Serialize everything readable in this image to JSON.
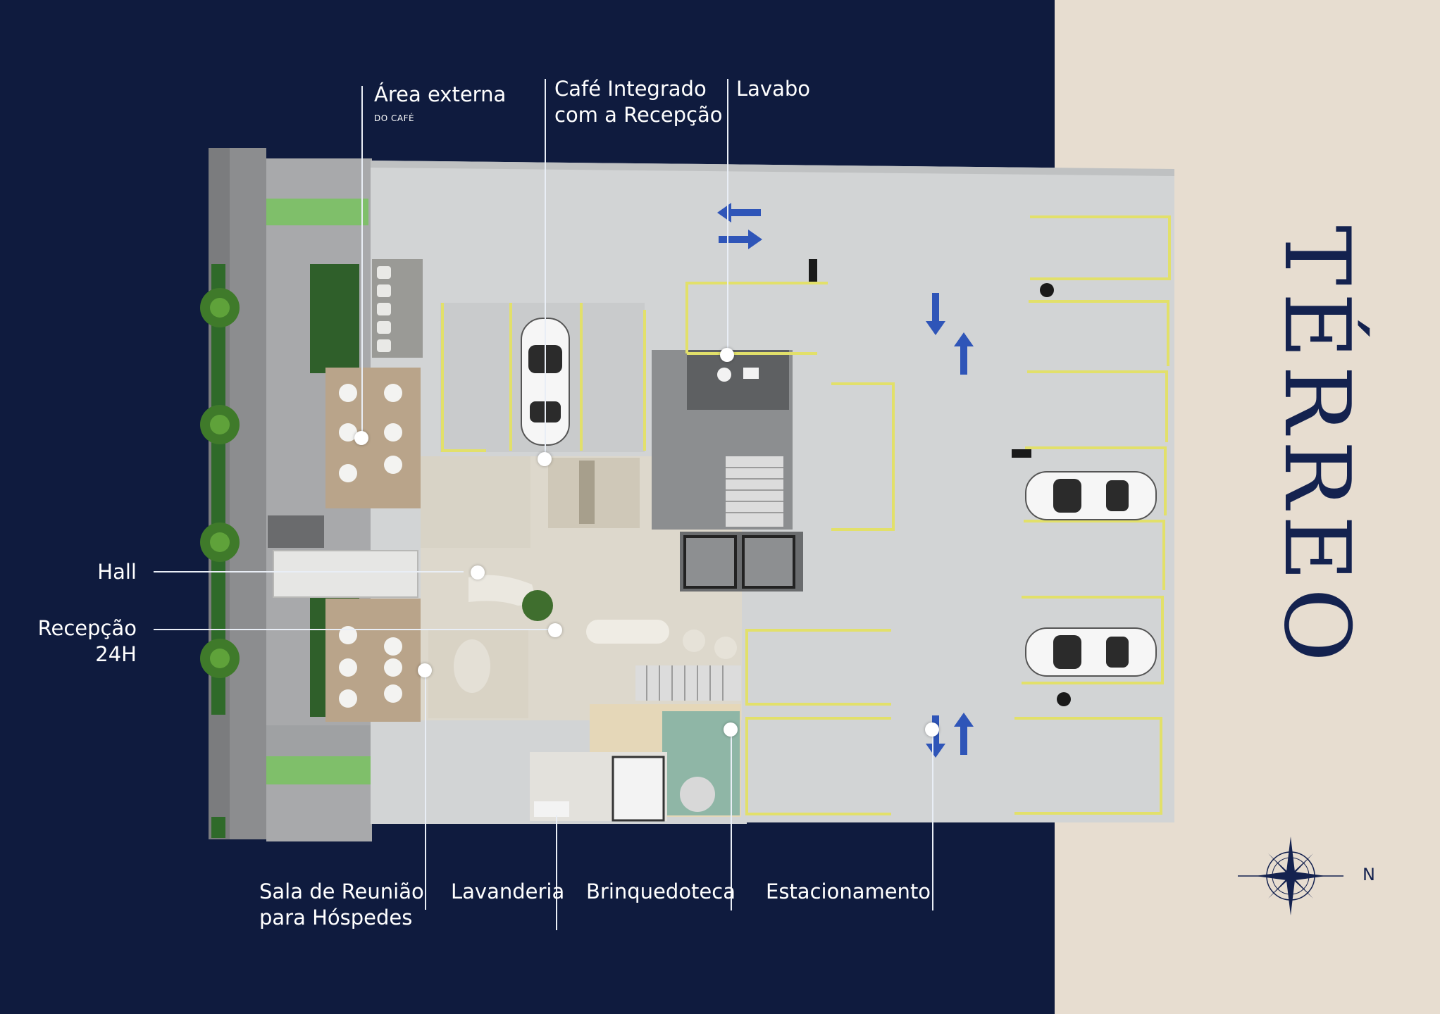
{
  "title": "TÉRREO",
  "compass": {
    "north_label": "N",
    "icon": "compass-rose-icon"
  },
  "labels": {
    "area_externa": {
      "title": "Área externa",
      "sub": "DO CAFÉ"
    },
    "cafe": {
      "line1": "Café Integrado",
      "line2": "com a Recepção"
    },
    "lavabo": "Lavabo",
    "hall": "Hall",
    "recepcao": {
      "line1": "Recepção",
      "line2": "24H"
    },
    "sala_reuniao": {
      "line1": "Sala de Reunião",
      "line2": "para Hóspedes"
    },
    "lavanderia": "Lavanderia",
    "brinquedoteca": "Brinquedoteca",
    "estacionamento": "Estacionamento"
  },
  "colors": {
    "navy": "#0f1b3e",
    "beige": "#e7ddd0",
    "title": "#14224f",
    "parking_line": "#e2e06a",
    "arrow": "#2f55b8",
    "floor": "#cfd2d3"
  }
}
